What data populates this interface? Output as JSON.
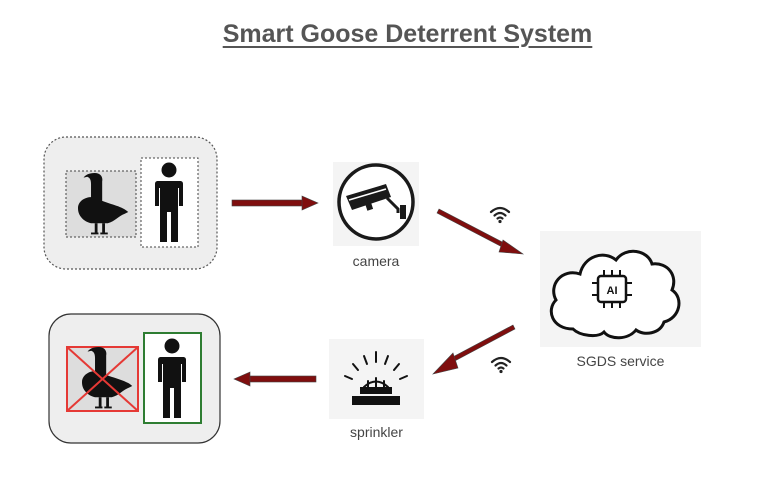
{
  "title": "Smart Goose Deterrent System",
  "nodes": {
    "camera": {
      "label": "camera"
    },
    "service": {
      "label": "SGDS service",
      "chip_text": "AI"
    },
    "sprinkler": {
      "label": "sprinkler"
    }
  },
  "colors": {
    "arrow": "#7f0e0e",
    "title": "#555555",
    "deterred_box": "#e53935",
    "allowed_box": "#2e7d32",
    "panel_fill": "#eeeeee",
    "tile_fill": "#f4f4f4"
  },
  "icons": [
    "goose-icon",
    "person-icon",
    "camera-icon",
    "ai-chip-icon",
    "cloud-icon",
    "sprinkler-icon",
    "wifi-icon"
  ]
}
